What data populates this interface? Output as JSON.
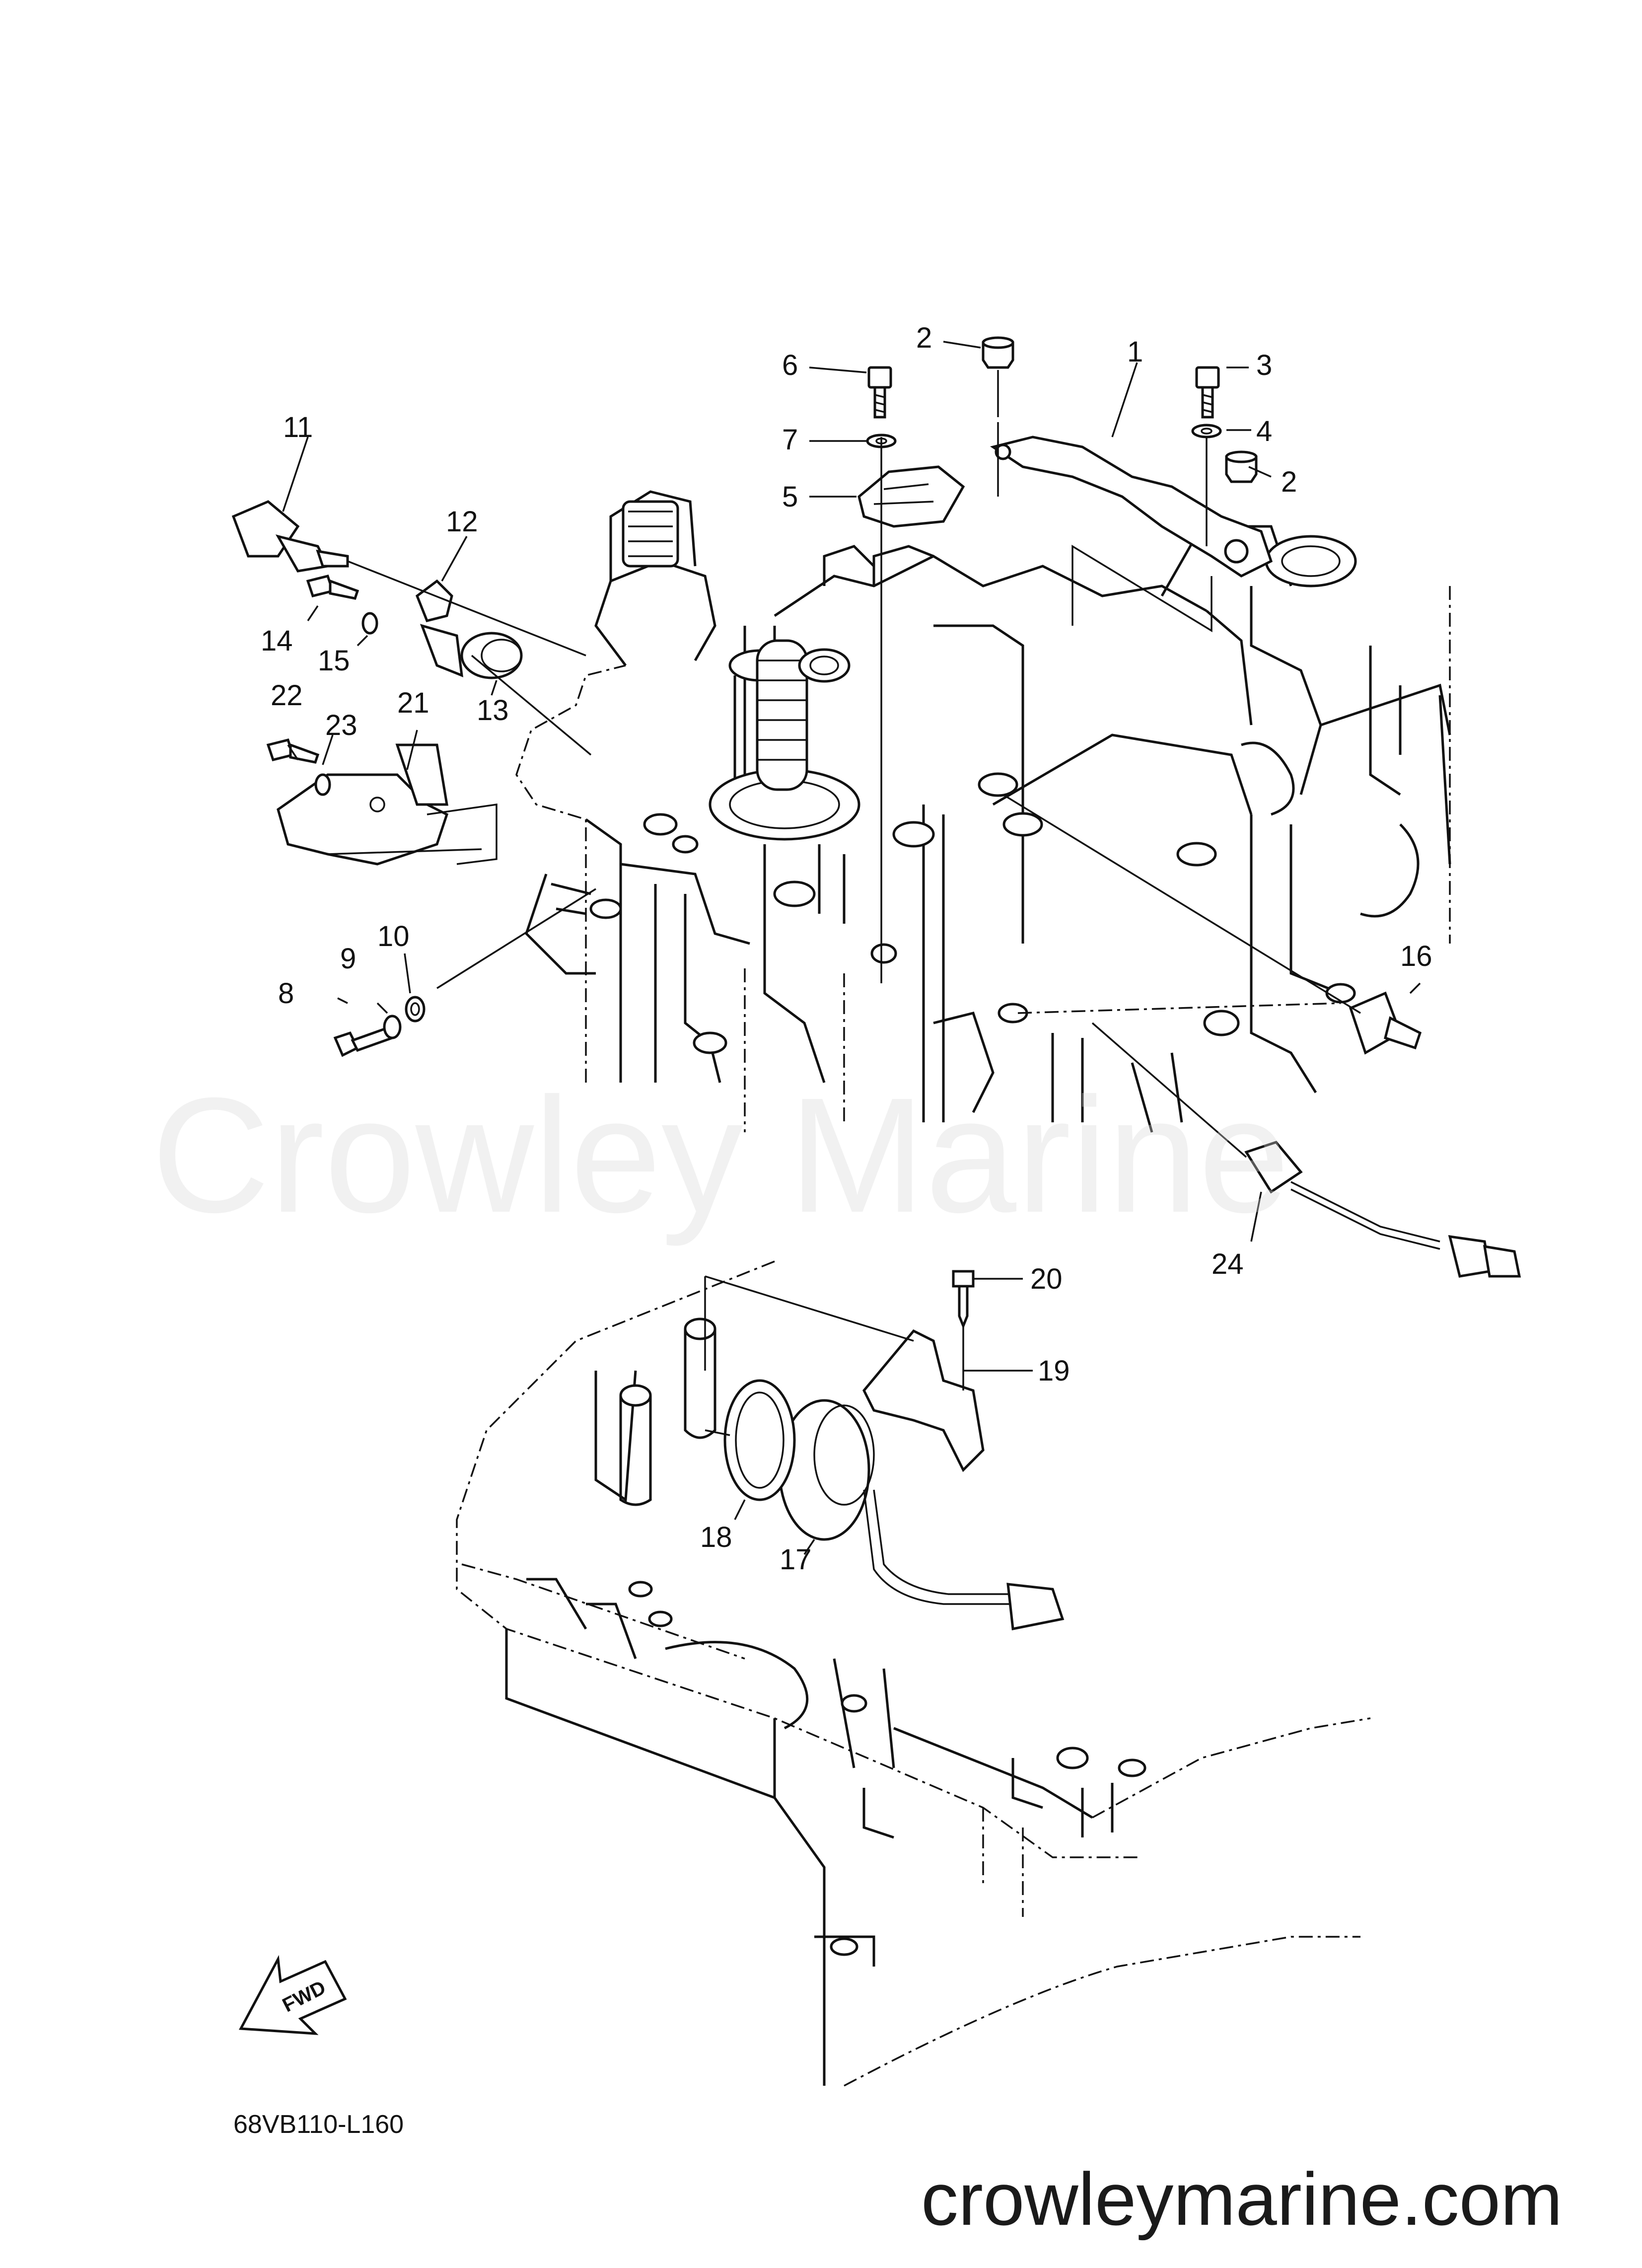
{
  "diagram": {
    "callouts": [
      "1",
      "2",
      "2",
      "3",
      "4",
      "5",
      "6",
      "7",
      "8",
      "9",
      "10",
      "11",
      "12",
      "13",
      "14",
      "15",
      "16",
      "17",
      "18",
      "19",
      "20",
      "21",
      "22",
      "23",
      "24"
    ],
    "reference_code": "68VB110-L160",
    "fwd_label": "FWD"
  },
  "watermark": {
    "center_text": "Crowley Marine",
    "footer_text": "crowleymarine.com"
  }
}
